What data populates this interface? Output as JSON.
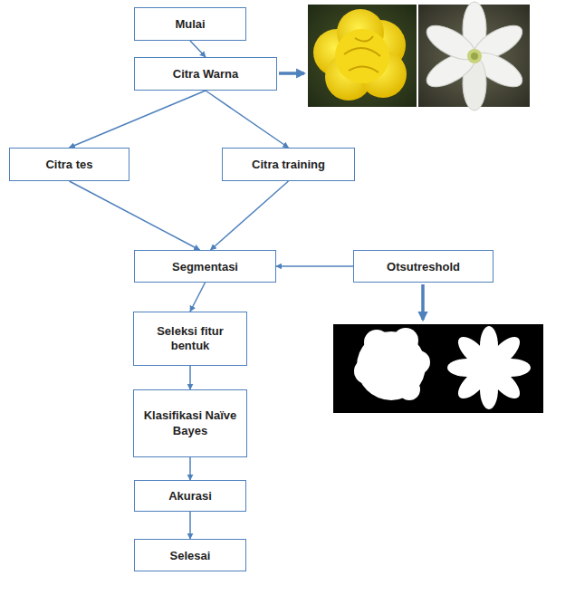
{
  "diagram": {
    "nodes": [
      {
        "text": [
          "Mulai"
        ]
      },
      {
        "text": [
          "Citra Warna"
        ]
      },
      {
        "text": [
          "Citra tes"
        ]
      },
      {
        "text": [
          "Citra training"
        ]
      },
      {
        "text": [
          "Segmentasi"
        ]
      },
      {
        "text": [
          "Otsutreshold"
        ]
      },
      {
        "text": [
          "Seleksi fitur bentuk"
        ]
      },
      {
        "text": [
          "Klasifikasi Naïve Bayes"
        ]
      },
      {
        "text": [
          "Akurasi"
        ]
      },
      {
        "text": [
          "Selesai"
        ]
      }
    ],
    "edges": [
      {
        "from": 0,
        "to": 1,
        "arrow": "to"
      },
      {
        "from": 1,
        "to": 2,
        "arrow": "to"
      },
      {
        "from": 1,
        "to": 3,
        "arrow": "to"
      },
      {
        "from": 2,
        "to": 4,
        "arrow": "to"
      },
      {
        "from": 3,
        "to": 4,
        "arrow": "to"
      },
      {
        "from": 5,
        "to": 4,
        "arrow": "to"
      },
      {
        "from": 4,
        "to": 6,
        "arrow": "to"
      },
      {
        "from": 6,
        "to": 7,
        "arrow": "to"
      },
      {
        "from": 7,
        "to": 8,
        "arrow": "to"
      },
      {
        "from": 8,
        "to": 9,
        "arrow": "to"
      }
    ]
  }
}
